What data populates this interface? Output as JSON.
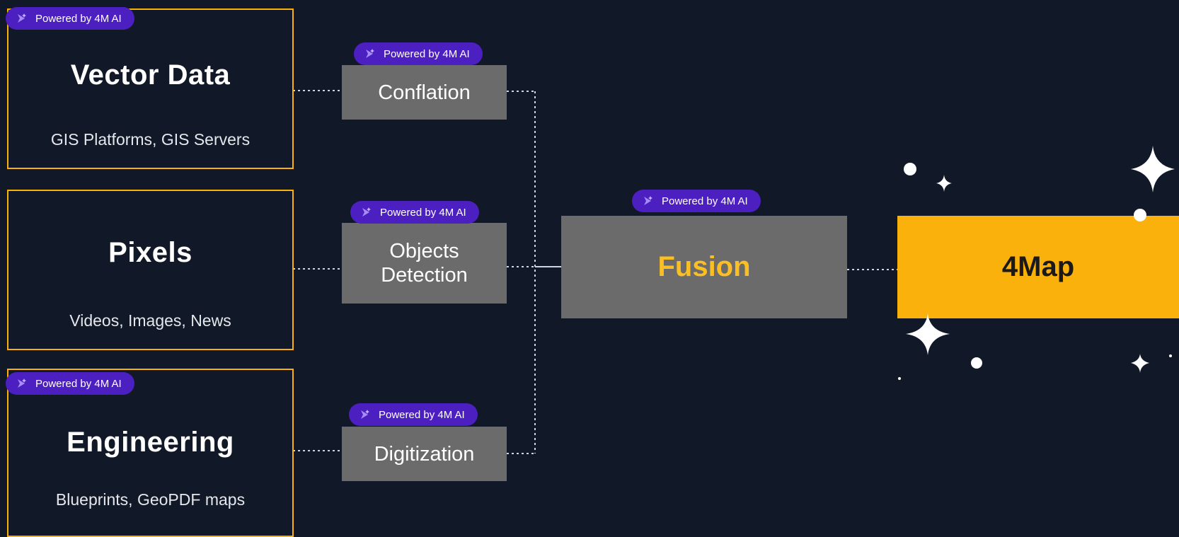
{
  "colors": {
    "background": "#111827",
    "source_border": "#fbb10b",
    "process_fill": "#6b6b6b",
    "badge_fill": "#4c1fc0",
    "fusion_text": "#fbbf24",
    "output_fill": "#fbb10b",
    "connector": "#cbd5e1",
    "sparkle": "#ffffff"
  },
  "badge": {
    "label": "Powered by 4M AI",
    "icon": "sparkle-arrow-icon"
  },
  "sources": [
    {
      "title": "Vector Data",
      "subtitle": "GIS Platforms, GIS Servers"
    },
    {
      "title": "Pixels",
      "subtitle": "Videos, Images, News"
    },
    {
      "title": "Engineering",
      "subtitle": "Blueprints, GeoPDF maps"
    }
  ],
  "processes": [
    {
      "label": "Conflation"
    },
    {
      "label_line1": "Objects",
      "label_line2": "Detection"
    },
    {
      "label": "Digitization"
    }
  ],
  "fusion": {
    "label": "Fusion"
  },
  "output": {
    "label": "4Map"
  }
}
